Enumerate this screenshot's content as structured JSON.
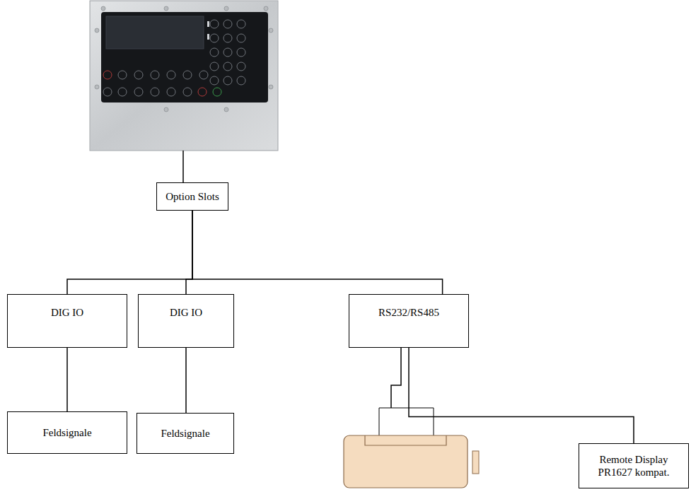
{
  "diagram": {
    "nodes": [
      {
        "text": [
          "Option Slots"
        ]
      },
      {
        "text": [
          "DIG IO"
        ]
      },
      {
        "text": [
          "DIG IO"
        ]
      },
      {
        "text": [
          "RS232/RS485"
        ]
      },
      {
        "text": [
          "Feldsignale"
        ]
      },
      {
        "text": [
          "Feldsignale"
        ]
      },
      {
        "text": [
          "Remote Display PR1627 kompat."
        ]
      }
    ],
    "edges": [
      {
        "from": 0,
        "to": 1,
        "arrow": "none"
      },
      {
        "from": 0,
        "to": 2,
        "arrow": "none"
      },
      {
        "from": 0,
        "to": 3,
        "arrow": "none"
      },
      {
        "from": 1,
        "to": 4,
        "arrow": "none"
      },
      {
        "from": 2,
        "to": 5,
        "arrow": "none"
      },
      {
        "from": 3,
        "to": 6,
        "arrow": "none"
      }
    ]
  }
}
